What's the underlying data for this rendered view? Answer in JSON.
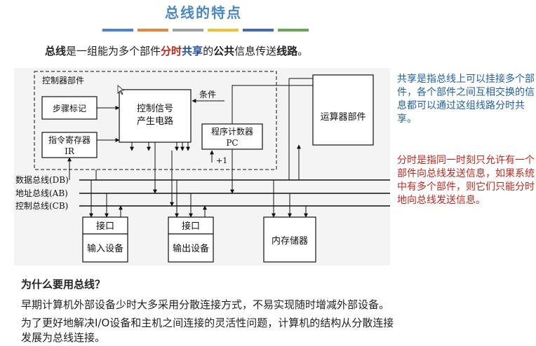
{
  "title": "总线的特点",
  "color_bars": [
    "#4a86c8",
    "#e8833a",
    "#a0a0a0",
    "#f2c230",
    "#3f6bb5",
    "#6aa84f"
  ],
  "definition": {
    "p1": "总线",
    "p2": "是一组能为多个部件",
    "p3": "分时",
    "p4": "共享",
    "p5": "的",
    "p6": "公共",
    "p7": "信息传送",
    "p8": "线路",
    "p9": "。"
  },
  "diagram": {
    "controller_label": "控制器部件",
    "step_label": "步骤标记",
    "ir_label_1": "指令寄存器",
    "ir_label_2": "IR",
    "ctrl_gen_1": "控制信号",
    "ctrl_gen_2": "产生电路",
    "condition": "条件",
    "pc_label_1": "程序计数器",
    "pc_label_2": "PC",
    "plus_one": "+1",
    "alu_label": "运算器部件",
    "db_label": "数据总线(DB)",
    "ab_label": "地址总线(AB)",
    "cb_label": "控制总线(CB)",
    "port1": "接口",
    "input_device": "输入设备",
    "port2": "接口",
    "output_device": "输出设备",
    "memory": "内存储器"
  },
  "notes": {
    "share": "共享是指总线上可以挂接多个部件，各个部件之间互相交换的信息都可以通过这组线路分时共享。",
    "time": "分时是指同一时刻只允许有一个部件向总线发送信息，如果系统中有多个部件，则它们只能分时地向总线发送信息。"
  },
  "question": "为什么要用总线？",
  "answers": {
    "line1": "早期计算机外部设备少时大多采用分散连接方式，不易实现随时增减外部设备。",
    "line2": "为了更好地解决I/O设备和主机之间连接的灵活性问题，计算机的结构从分散连接",
    "line3": "发展为总线连接。"
  }
}
